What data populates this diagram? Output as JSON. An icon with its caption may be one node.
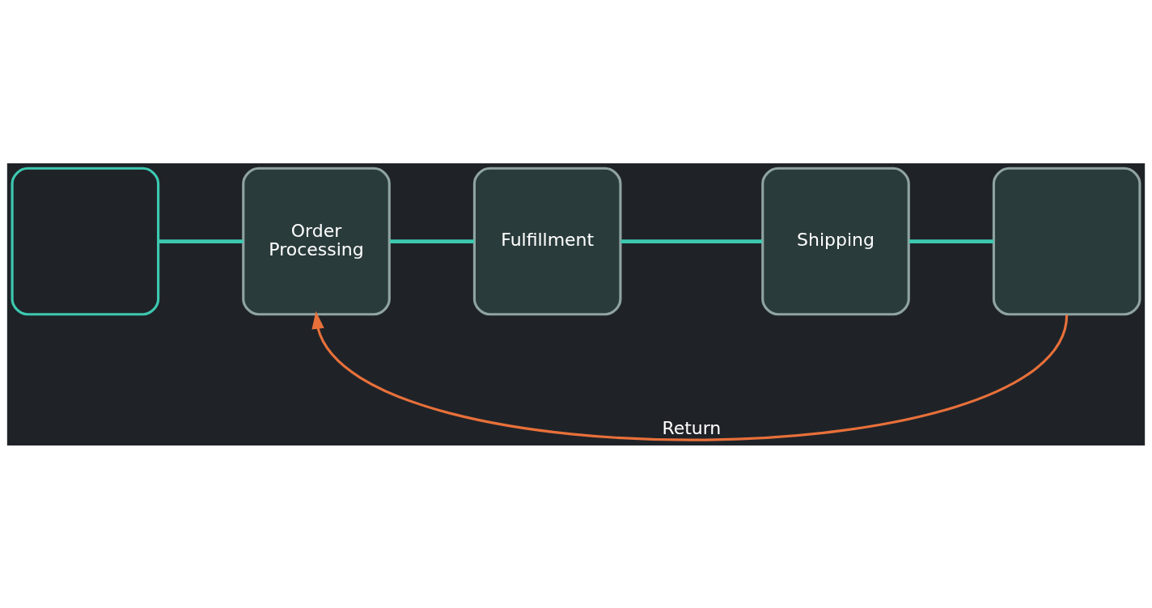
{
  "diagram": {
    "nodes": [
      {
        "text": [],
        "shape": "box"
      },
      {
        "text": [
          "Order Processing"
        ]
      },
      {
        "text": [
          "Fulfillment"
        ]
      },
      {
        "text": [
          "Shipping"
        ]
      },
      {
        "text": [],
        "shape": "box"
      }
    ],
    "edges": [
      {
        "from": 0,
        "to": 1,
        "arrow": "none"
      },
      {
        "from": 1,
        "to": 2,
        "arrow": "none"
      },
      {
        "from": 2,
        "to": 3,
        "arrow": "none"
      },
      {
        "from": 3,
        "to": 4,
        "arrow": "none"
      },
      {
        "from": 4,
        "to": 1,
        "arrow": "to",
        "label": "Return",
        "color": "#e8703a"
      }
    ]
  }
}
